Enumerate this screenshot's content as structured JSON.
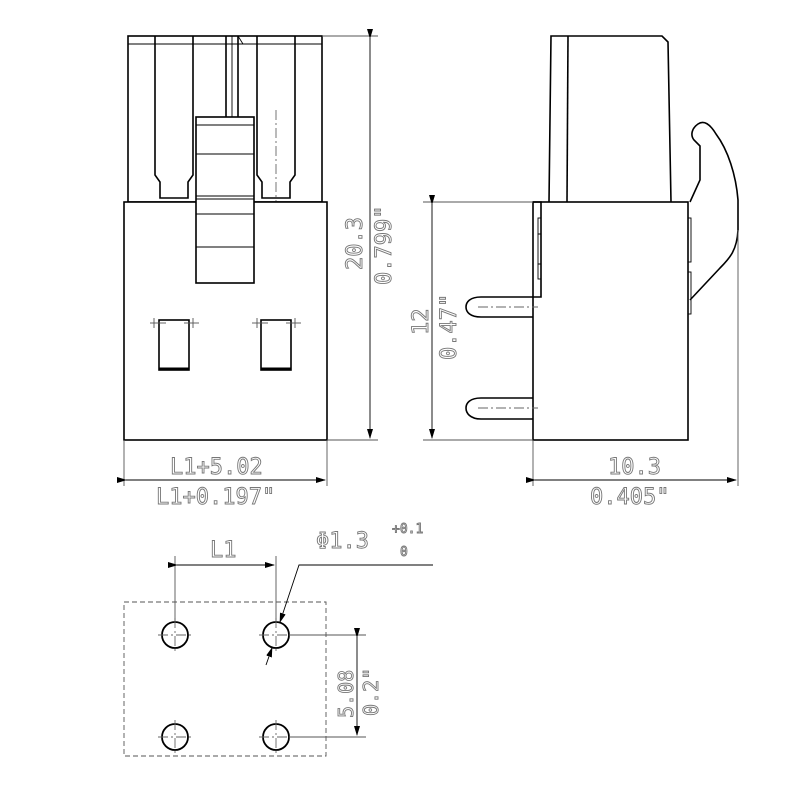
{
  "drawing": {
    "front_view": {
      "height_mm": "20.3",
      "height_in": "0.799\"",
      "width_mm": "L1+5.02",
      "width_in": "L1+0.197\""
    },
    "side_view": {
      "body_height_mm": "12",
      "body_height_in": "0.47\"",
      "depth_mm": "10.3",
      "depth_in": "0.405\""
    },
    "pcb_layout": {
      "pitch_label": "L1",
      "hole_diameter": "Φ1.3",
      "hole_tol_upper": "+0.1",
      "hole_tol_lower": "0",
      "row_spacing_mm": "5.08",
      "row_spacing_in": "0.2\""
    }
  }
}
